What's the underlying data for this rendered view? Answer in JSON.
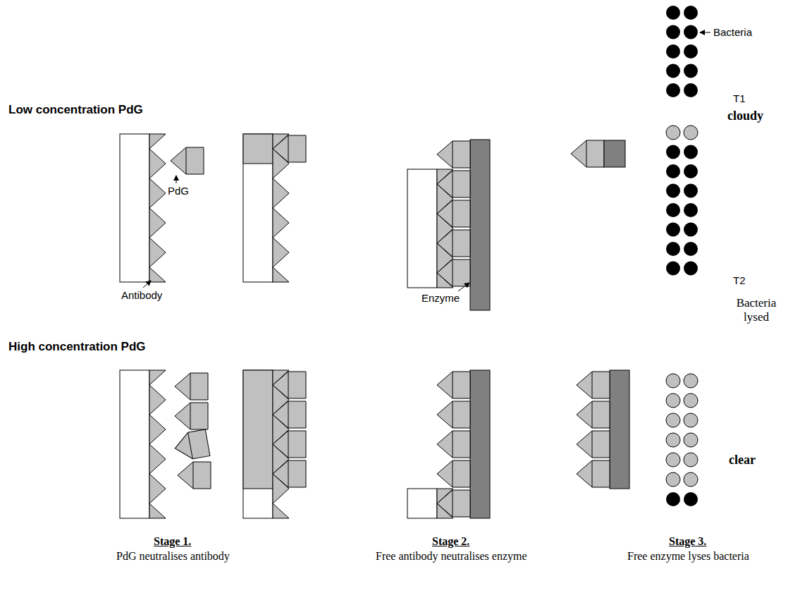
{
  "diagram": {
    "labels": [
      "Bacteria",
      "T1",
      "Low concentration PdG",
      "cloudy",
      "PdG",
      "Antibody",
      "Enzyme",
      "T2",
      "High concentration PdG",
      "Bacteria lysed",
      "clear",
      "Stage 1.",
      "PdG neutralises antibody",
      "Stage 2.",
      "Free antibody neutralises enzyme",
      "Stage 3.",
      "Free enzyme lyses bacteria"
    ]
  }
}
